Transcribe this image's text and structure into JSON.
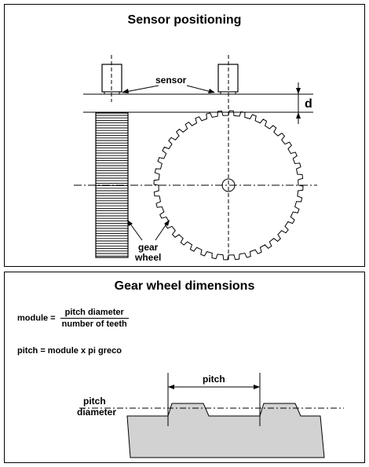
{
  "sensor_panel": {
    "title": "Sensor positioning",
    "labels": {
      "sensor": "sensor",
      "d": "d",
      "gear": "gear",
      "wheel": "wheel"
    }
  },
  "dimensions_panel": {
    "title": "Gear wheel dimensions",
    "module_formula": {
      "lhs": "module =",
      "numerator": "pitch diameter",
      "denominator": "number of teeth"
    },
    "pitch_formula": "pitch = module x pi greco",
    "labels": {
      "pitch": "pitch",
      "pitch_diameter_line1": "pitch",
      "pitch_diameter_line2": "diameter"
    }
  }
}
